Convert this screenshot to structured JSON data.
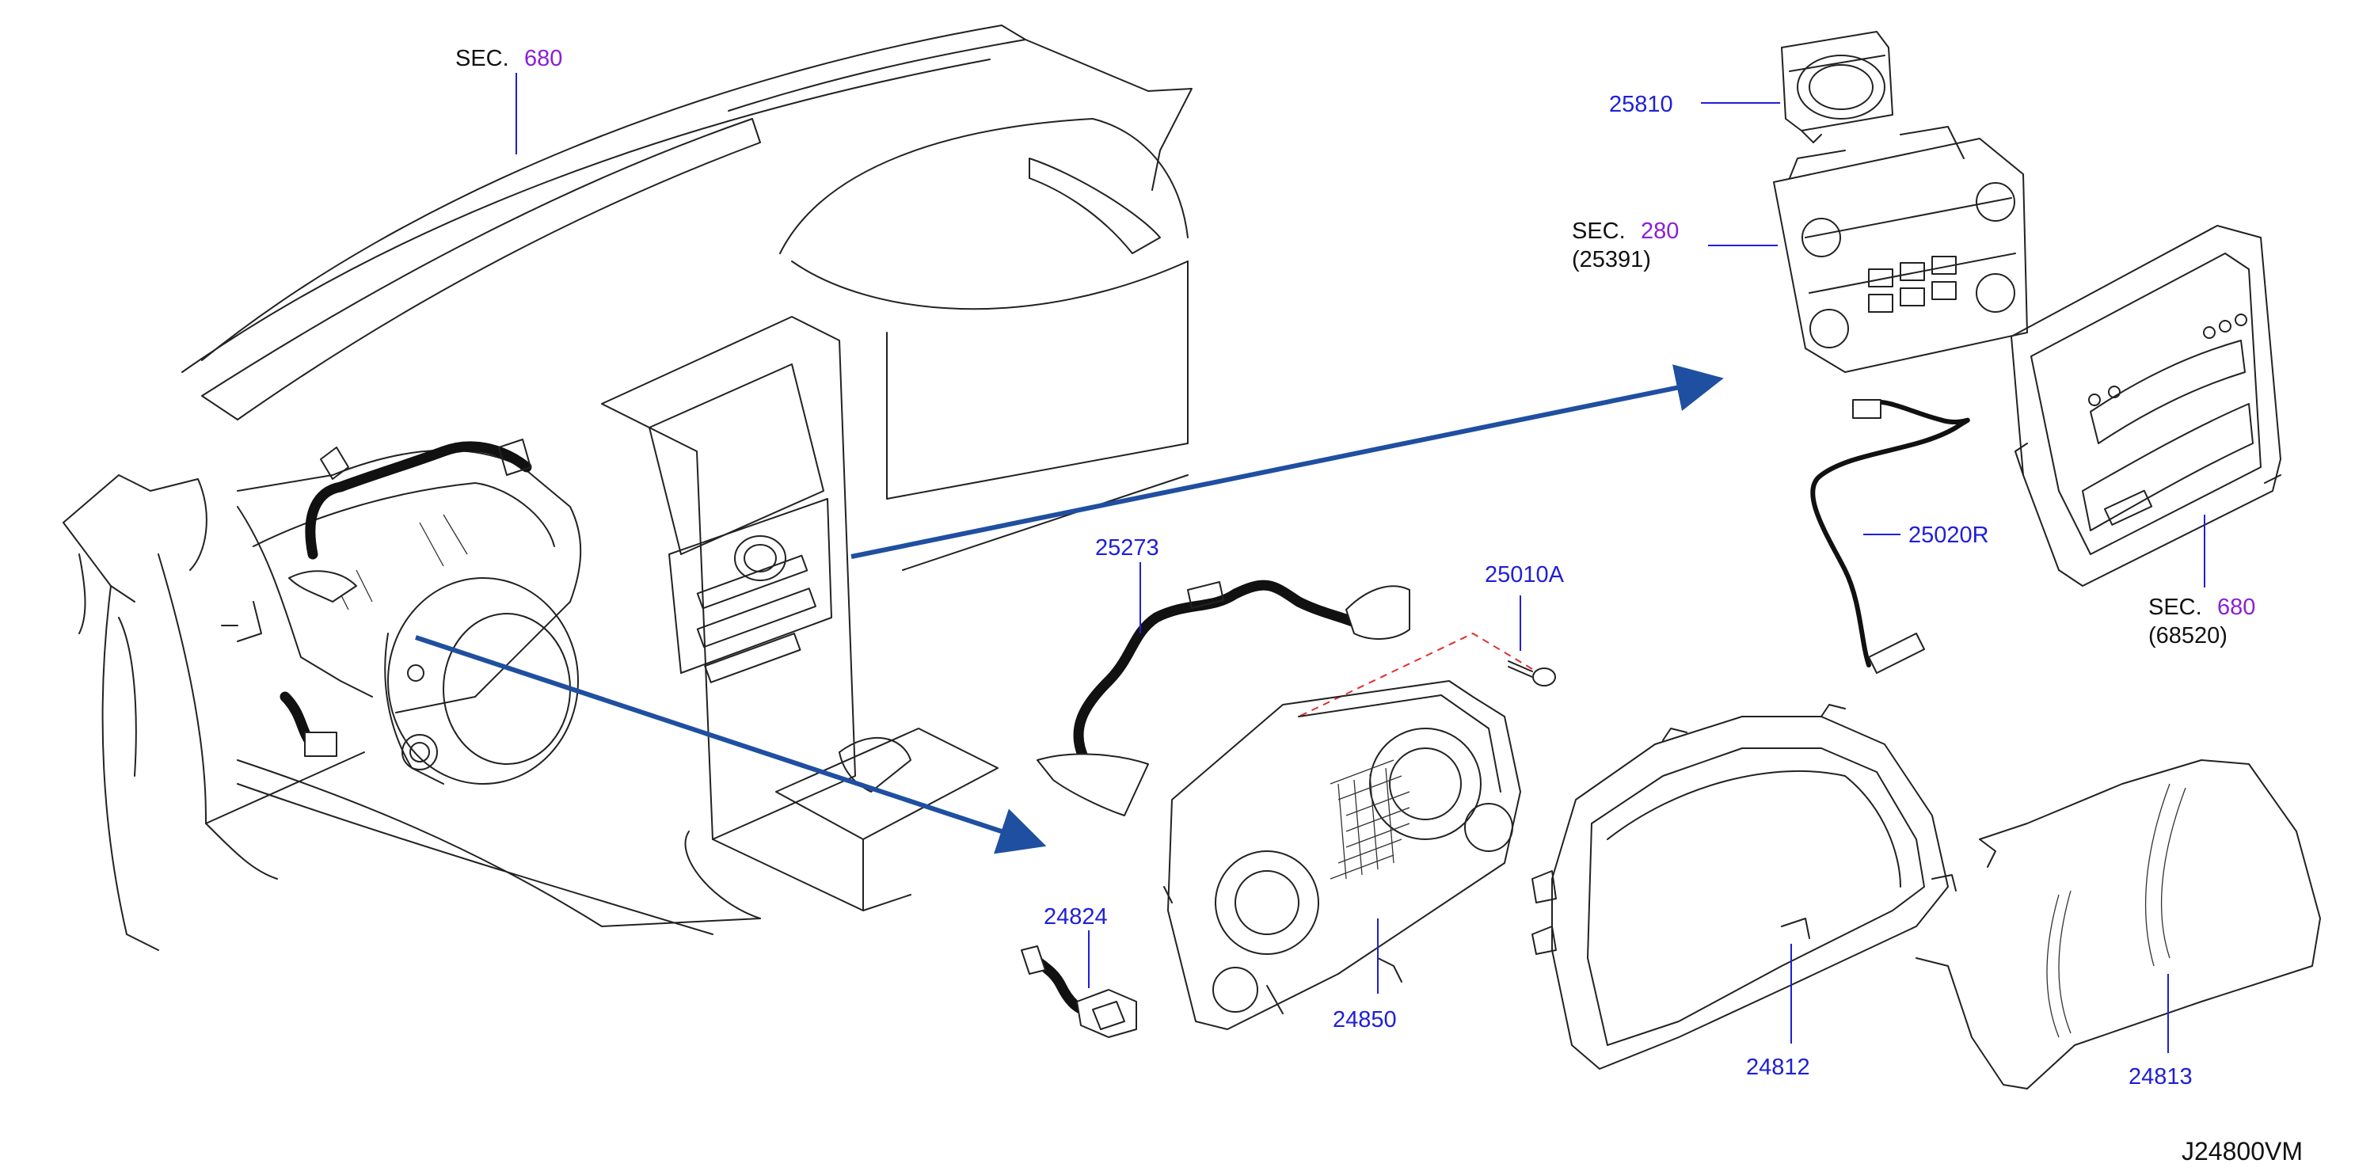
{
  "diagram_code": "J24800VM",
  "sections": [
    {
      "prefix": "SEC.",
      "number": "680",
      "ref": ""
    },
    {
      "prefix": "SEC.",
      "number": "280",
      "ref": "(25391)"
    },
    {
      "prefix": "SEC.",
      "number": "680",
      "ref": "(68520)"
    }
  ],
  "parts": [
    "25810",
    "25020R",
    "25273",
    "25010A",
    "24824",
    "24850",
    "24812",
    "24813"
  ],
  "colors": {
    "part_number": "#1f1fd6",
    "section_number": "#8a1fd6",
    "arrow": "#1f4fa0",
    "alignment_dash": "#e03030"
  }
}
